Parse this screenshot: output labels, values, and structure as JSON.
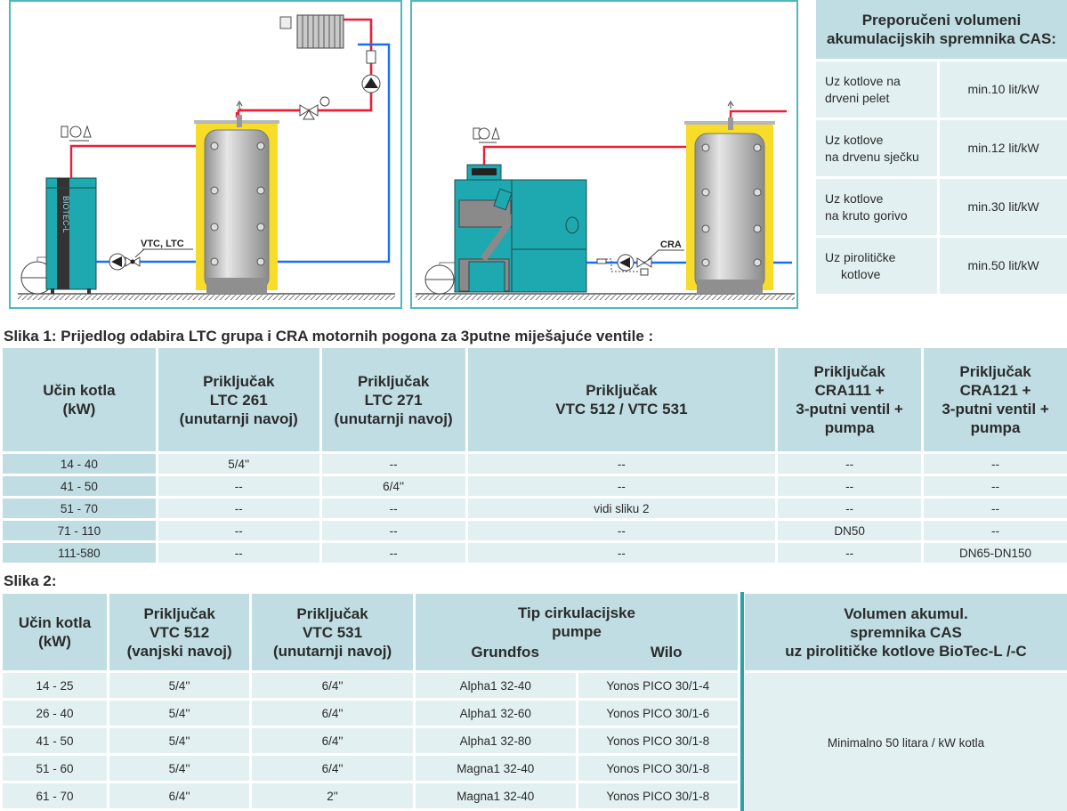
{
  "diagrams": {
    "left": {
      "valve_label": "VTC, LTC",
      "boiler_brand": "BIOTEC-L"
    },
    "right": {
      "valve_label": "CRA"
    },
    "colors": {
      "frame": "#4fb8bd",
      "supply_pipe": "#e8203a",
      "return_pipe": "#1a6fef",
      "boiler": "#1ea8b0",
      "insulation": "#f7dc2a",
      "tank": "#b8b8b8"
    }
  },
  "cas_recommendation": {
    "title_line1": "Preporučeni volumeni",
    "title_line2": "akumulacijskih spremnika CAS:",
    "rows": [
      {
        "label_line1": "Uz kotlove na",
        "label_line2": "drveni pelet",
        "value": "min.10 lit/kW"
      },
      {
        "label_line1": "Uz kotlove",
        "label_line2": "na drvenu sječku",
        "value": "min.12 lit/kW"
      },
      {
        "label_line1": "Uz kotlove",
        "label_line2": "na kruto gorivo",
        "value": "min.30 lit/kW"
      },
      {
        "label_line1": "Uz pirolitičke",
        "label_line2": "kotlove",
        "value": "min.50 lit/kW"
      }
    ]
  },
  "table1": {
    "caption": "Slika 1: Prijedlog odabira LTC grupa i CRA motornih pogona za 3putne miješajuće ventile :",
    "headers": [
      {
        "l1": "Učin kotla",
        "l2": "(kW)",
        "l3": "",
        "l4": ""
      },
      {
        "l1": "Priključak",
        "l2": "LTC 261",
        "l3": "(unutarnji navoj)",
        "l4": ""
      },
      {
        "l1": "Priključak",
        "l2": "LTC 271",
        "l3": "(unutarnji navoj)",
        "l4": ""
      },
      {
        "l1": "Priključak",
        "l2": "VTC 512 / VTC 531",
        "l3": "",
        "l4": ""
      },
      {
        "l1": "Priključak",
        "l2": "CRA111 +",
        "l3": "3-putni ventil +",
        "l4": "pumpa"
      },
      {
        "l1": "Priključak",
        "l2": "CRA121 +",
        "l3": "3-putni ventil +",
        "l4": "pumpa"
      }
    ],
    "rows": [
      [
        "14 - 40",
        "5/4''",
        "--",
        "--",
        "--",
        "--"
      ],
      [
        "41 - 50",
        "--",
        "6/4''",
        "--",
        "--",
        "--"
      ],
      [
        "51 - 70",
        "--",
        "--",
        "vidi sliku 2",
        "--",
        "--"
      ],
      [
        "71 - 110",
        "--",
        "--",
        "--",
        "DN50",
        "--"
      ],
      [
        "111-580",
        "--",
        "--",
        "--",
        "--",
        "DN65-DN150"
      ]
    ]
  },
  "table2": {
    "caption": "Slika 2:",
    "headers": {
      "power": {
        "l1": "Učin kotla",
        "l2": "(kW)"
      },
      "vtc512": {
        "l1": "Priključak",
        "l2": "VTC 512",
        "l3": "(vanjski navoj)"
      },
      "vtc531": {
        "l1": "Priključak",
        "l2": "VTC 531",
        "l3": "(unutarnji navoj)"
      },
      "pump": {
        "l1": "Tip cirkulacijske",
        "l2": "pumpe",
        "grundfos": "Grundfos",
        "wilo": "Wilo"
      }
    },
    "rows": [
      [
        "14 - 25",
        "5/4''",
        "6/4''",
        "Alpha1 32-40",
        "Yonos PICO 30/1-4"
      ],
      [
        "26 - 40",
        "5/4''",
        "6/4''",
        "Alpha1 32-60",
        "Yonos PICO 30/1-6"
      ],
      [
        "41 - 50",
        "5/4''",
        "6/4''",
        "Alpha1 32-80",
        "Yonos PICO 30/1-8"
      ],
      [
        "51 - 60",
        "5/4''",
        "6/4''",
        "Magna1 32-40",
        "Yonos PICO 30/1-8"
      ],
      [
        "61 - 70",
        "6/4''",
        "2''",
        "Magna1 32-40",
        "Yonos PICO 30/1-8"
      ]
    ]
  },
  "table3": {
    "header_l1": "Volumen akumul.",
    "header_l2": "spremnika CAS",
    "header_l3": "uz pirolitičke kotlove BioTec-L /-C",
    "value": "Minimalno 50 litara / kW kotla"
  }
}
